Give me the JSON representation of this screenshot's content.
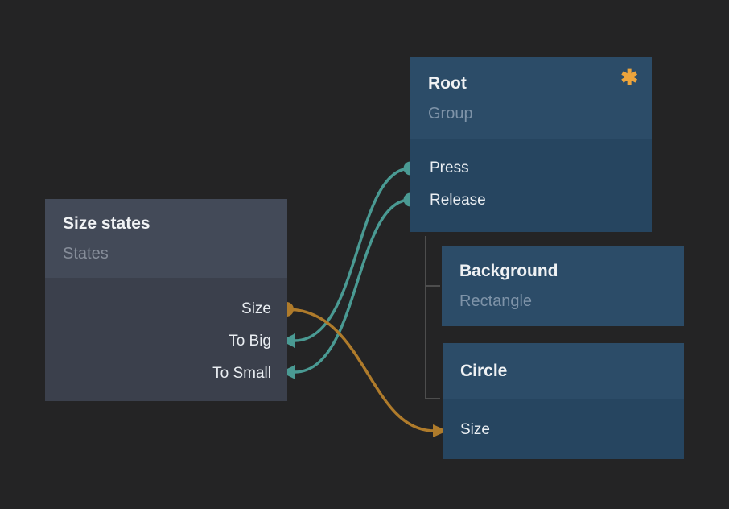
{
  "canvas": {
    "background": "#242425"
  },
  "colors": {
    "teal_wire": "#4A9A93",
    "orange_wire": "#AF7B2B",
    "asterisk": "#ECA43C",
    "hierarchy_line": "#4D4D4D",
    "gray_header": "#434A58",
    "gray_body": "#3B404C",
    "blue_header": "#2C4C68",
    "blue_body": "#264560"
  },
  "icons": {
    "asterisk_glyph": "✱"
  },
  "nodes": [
    {
      "title": "Size states",
      "subtitle": "States",
      "type": "states",
      "ports": [
        {
          "label": "Size",
          "direction": "output",
          "color": "#AF7B2B"
        },
        {
          "label": "To Big",
          "direction": "input",
          "color": "#4A9A93"
        },
        {
          "label": "To Small",
          "direction": "input",
          "color": "#4A9A93"
        }
      ]
    },
    {
      "title": "Root",
      "subtitle": "Group",
      "type": "group",
      "has_modified_indicator": true,
      "ports": [
        {
          "label": "Press",
          "direction": "output",
          "color": "#4A9A93"
        },
        {
          "label": "Release",
          "direction": "output",
          "color": "#4A9A93"
        }
      ]
    },
    {
      "title": "Background",
      "subtitle": "Rectangle",
      "type": "rectangle",
      "ports": []
    },
    {
      "title": "Circle",
      "subtitle": "",
      "type": "circle",
      "ports": [
        {
          "label": "Size",
          "direction": "input",
          "color": "#AF7B2B"
        }
      ]
    }
  ],
  "connections": [
    {
      "from": "Root.Press",
      "to": "Size states.To Big",
      "color": "#4A9A93"
    },
    {
      "from": "Root.Release",
      "to": "Size states.To Small",
      "color": "#4A9A93"
    },
    {
      "from": "Size states.Size",
      "to": "Circle.Size",
      "color": "#AF7B2B"
    }
  ],
  "hierarchy": {
    "parent": "Root",
    "children": [
      "Background",
      "Circle"
    ],
    "line_color": "#4D4D4D"
  }
}
